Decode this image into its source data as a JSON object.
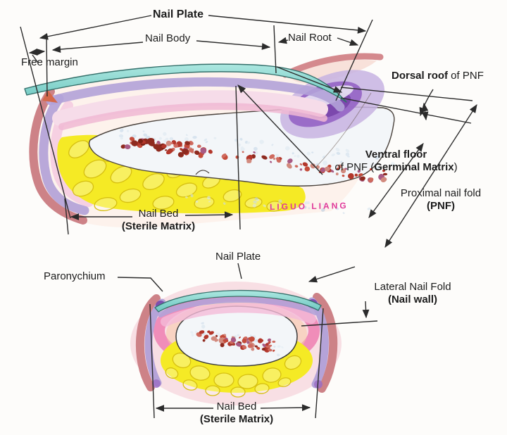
{
  "figure": {
    "background": "#fdfcfa",
    "palette": {
      "nail_plate_teal": "#8ed6d0",
      "nail_plate_edge": "#35706b",
      "lavender_band": "#b5a3d8",
      "deep_purple_fold": "#7c48ad",
      "pink_band": "#f0b9d4",
      "magenta_ring": "#ee7fb2",
      "rose_skin": "#cd8287",
      "pale_skin": "#fdf2ec",
      "fat_yellow": "#f5ea25",
      "bone_white": "#f3f6f9",
      "marrow_red": "#b3372b",
      "leader_line": "#2b2b2b",
      "signature_pink": "#e03a9a",
      "label_text": "#1c1c1c"
    }
  },
  "sagittal": {
    "labels": {
      "nail_plate": "Nail Plate",
      "nail_body": "Nail Body",
      "nail_root": "Nail Root",
      "free_margin": "Free margin",
      "dorsal_roof_bold": "Dorsal roof",
      "dorsal_roof_rest": " of PNF",
      "ventral_floor_bold": "Ventral floor",
      "ventral_floor_pre": "of PNF (",
      "ventral_floor_bold2": "Germinal Matrix",
      "ventral_floor_post": ")",
      "nail_bed": "Nail Bed",
      "nail_bed_sub": "(Sterile Matrix)",
      "proximal_nail_fold": "Proximal nail fold",
      "proximal_nail_fold_sub": "(PNF)"
    },
    "signature": "LIGUO LIANG"
  },
  "cross_section": {
    "labels": {
      "nail_plate": "Nail Plate",
      "paronychium": "Paronychium",
      "lateral_nail_fold": "Lateral Nail Fold",
      "lateral_nail_fold_sub": "(Nail wall)",
      "nail_bed": "Nail Bed",
      "nail_bed_sub": "(Sterile Matrix)"
    }
  }
}
